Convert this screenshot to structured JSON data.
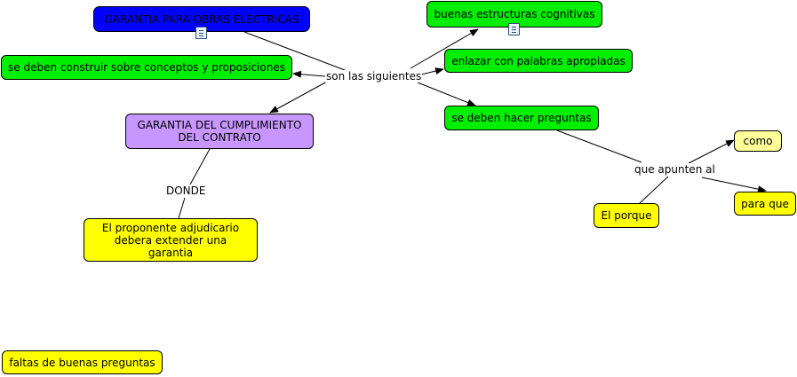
{
  "colors": {
    "blue": "#0000ff",
    "green": "#00ee00",
    "lavender": "#c896ff",
    "yellow": "#ffff00",
    "light_yellow": "#ffff99",
    "line": "#000000"
  },
  "nodes": {
    "garantia_obras": "GARANTIA PARA OBRAS ELECTRICAS",
    "buenas_estructuras": "buenas estructuras cognitivas",
    "construir_conceptos": "se deben construir sobre conceptos y proposiciones",
    "enlazar": "enlazar con palabras apropiadas",
    "hacer_preguntas": "se deben hacer preguntas",
    "garantia_cumplimiento": "GARANTIA DEL CUMPLIMIENTO DEL CONTRATO",
    "proponente": "El proponente adjudicario debera extender una garantia",
    "como": "como",
    "para_que": "para que",
    "el_porque": "El porque",
    "faltas": "faltas de buenas preguntas"
  },
  "links": {
    "son_las_siguientes": "son las siguientes",
    "donde": "DONDE",
    "que_apunten_al": "que apunten al"
  },
  "icons": [
    "document-icon",
    "document-icon"
  ]
}
